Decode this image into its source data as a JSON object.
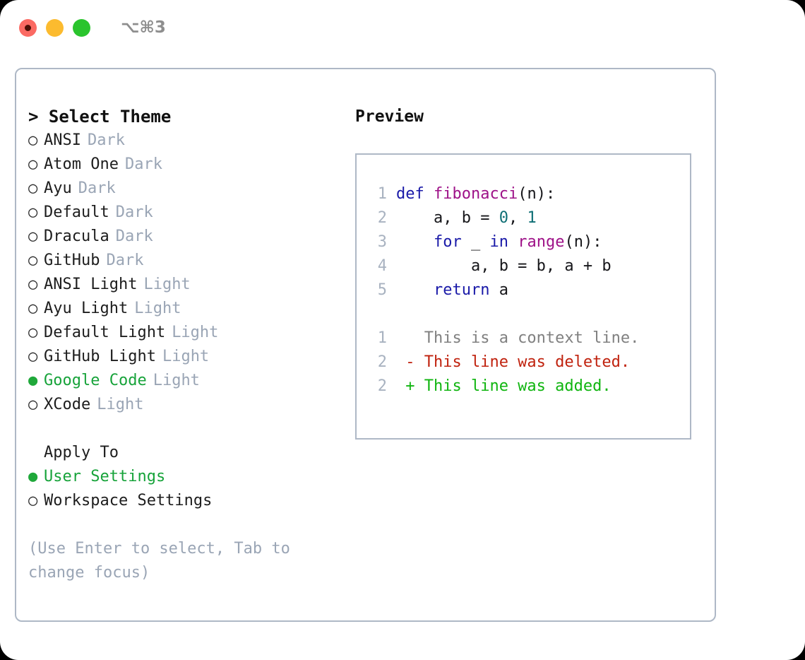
{
  "window": {
    "shortcut_label": "⌥⌘3",
    "traffic_lights": [
      {
        "name": "close",
        "color": "#fb6a63"
      },
      {
        "name": "minimize",
        "color": "#fcbb2f"
      },
      {
        "name": "maximize",
        "color": "#2ac42d"
      }
    ]
  },
  "theme_panel": {
    "header": "> Select Theme",
    "selected_bullet": "●",
    "unselected_bullet": "○",
    "items": [
      {
        "name": "ANSI",
        "variant": "Dark",
        "selected": false
      },
      {
        "name": "Atom One",
        "variant": "Dark",
        "selected": false
      },
      {
        "name": "Ayu",
        "variant": "Dark",
        "selected": false
      },
      {
        "name": "Default",
        "variant": "Dark",
        "selected": false
      },
      {
        "name": "Dracula",
        "variant": "Dark",
        "selected": false
      },
      {
        "name": "GitHub",
        "variant": "Dark",
        "selected": false
      },
      {
        "name": "ANSI Light",
        "variant": "Light",
        "selected": false
      },
      {
        "name": "Ayu Light",
        "variant": "Light",
        "selected": false
      },
      {
        "name": "Default Light",
        "variant": "Light",
        "selected": false
      },
      {
        "name": "GitHub Light",
        "variant": "Light",
        "selected": false
      },
      {
        "name": "Google Code",
        "variant": "Light",
        "selected": true
      },
      {
        "name": "XCode",
        "variant": "Light",
        "selected": false
      }
    ]
  },
  "apply_to": {
    "header": "Apply To",
    "options": [
      {
        "name": "User Settings",
        "selected": true
      },
      {
        "name": "Workspace Settings",
        "selected": false
      }
    ]
  },
  "hint": "(Use Enter to select, Tab to change focus)",
  "preview": {
    "header": "Preview",
    "code_lines": [
      {
        "no": "1",
        "tokens": [
          {
            "t": "def ",
            "c": "kw"
          },
          {
            "t": "fibonacci",
            "c": "fn"
          },
          {
            "t": "(n):",
            "c": "pl"
          }
        ]
      },
      {
        "no": "2",
        "tokens": [
          {
            "t": "    a, b = ",
            "c": "pl"
          },
          {
            "t": "0",
            "c": "num"
          },
          {
            "t": ", ",
            "c": "pl"
          },
          {
            "t": "1",
            "c": "num"
          }
        ]
      },
      {
        "no": "3",
        "tokens": [
          {
            "t": "    ",
            "c": "pl"
          },
          {
            "t": "for",
            "c": "kw"
          },
          {
            "t": " _ ",
            "c": "pl"
          },
          {
            "t": "in",
            "c": "kw"
          },
          {
            "t": " ",
            "c": "pl"
          },
          {
            "t": "range",
            "c": "fn"
          },
          {
            "t": "(n):",
            "c": "pl"
          }
        ]
      },
      {
        "no": "4",
        "tokens": [
          {
            "t": "        a, b = b, a + b",
            "c": "pl"
          }
        ]
      },
      {
        "no": "5",
        "tokens": [
          {
            "t": "    ",
            "c": "pl"
          },
          {
            "t": "return",
            "c": "kw"
          },
          {
            "t": " a",
            "c": "pl"
          }
        ]
      }
    ],
    "diff_lines": [
      {
        "no": "1",
        "tokens": [
          {
            "t": "   This is a context line.",
            "c": "ctx"
          }
        ]
      },
      {
        "no": "2",
        "tokens": [
          {
            "t": " - This line was deleted.",
            "c": "del"
          }
        ]
      },
      {
        "no": "2",
        "tokens": [
          {
            "t": " + This line was added.",
            "c": "add"
          }
        ]
      }
    ]
  },
  "colors": {
    "selected_green": "#17a33a",
    "bullet_green": "#1fa83a",
    "variant_grey": "#9aa5b5",
    "border": "#aeb8c6",
    "keyword_blue": "#1a1aa8",
    "function_magenta": "#9e1288",
    "number_teal": "#0f6f75",
    "diff_deleted": "#c0220e",
    "diff_added": "#10b510",
    "diff_context": "#808080"
  }
}
